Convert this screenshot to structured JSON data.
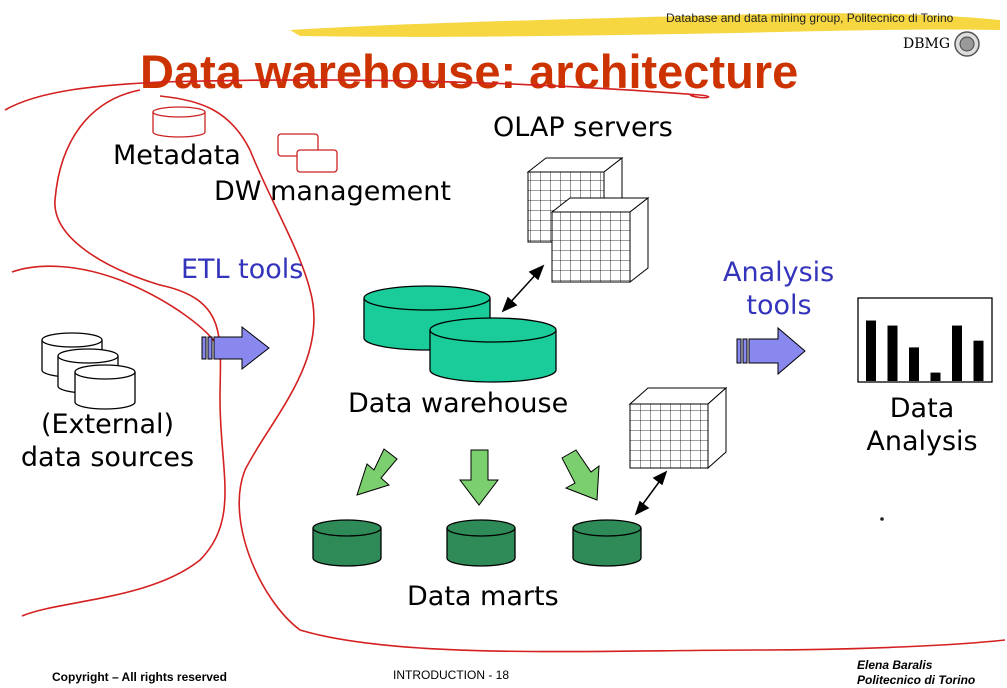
{
  "header": {
    "group": "Database and data mining group, Politecnico di Torino",
    "logo": "DBMG"
  },
  "title": "Data warehouse: architecture",
  "labels": {
    "metadata": "Metadata",
    "dw_management": "DW management",
    "olap_servers": "OLAP servers",
    "etl_tools": "ETL tools",
    "analysis_line1": "Analysis",
    "analysis_line2": "tools",
    "data_warehouse": "Data warehouse",
    "external_line1": "(External)",
    "external_line2": "data sources",
    "data_line1": "Data",
    "data_line2": "Analysis",
    "data_marts": "Data marts"
  },
  "analysis_bars": [
    0.72,
    0.66,
    0.4,
    0.1,
    0.66,
    0.48
  ],
  "footer": {
    "copyright": "Copyright – All rights reserved",
    "slide": "INTRODUCTION - 18",
    "author": "Elena Baralis",
    "institution": "Politecnico di Torino"
  },
  "colors": {
    "title": "#cc3300",
    "blue_text": "#3333bb",
    "dw_cylinder": "#19cc99",
    "mart_cylinder": "#2e8b57",
    "arrow_green": "#7ccf6e",
    "arrow_purple": "#8888ee",
    "red_line": "#d42020"
  }
}
